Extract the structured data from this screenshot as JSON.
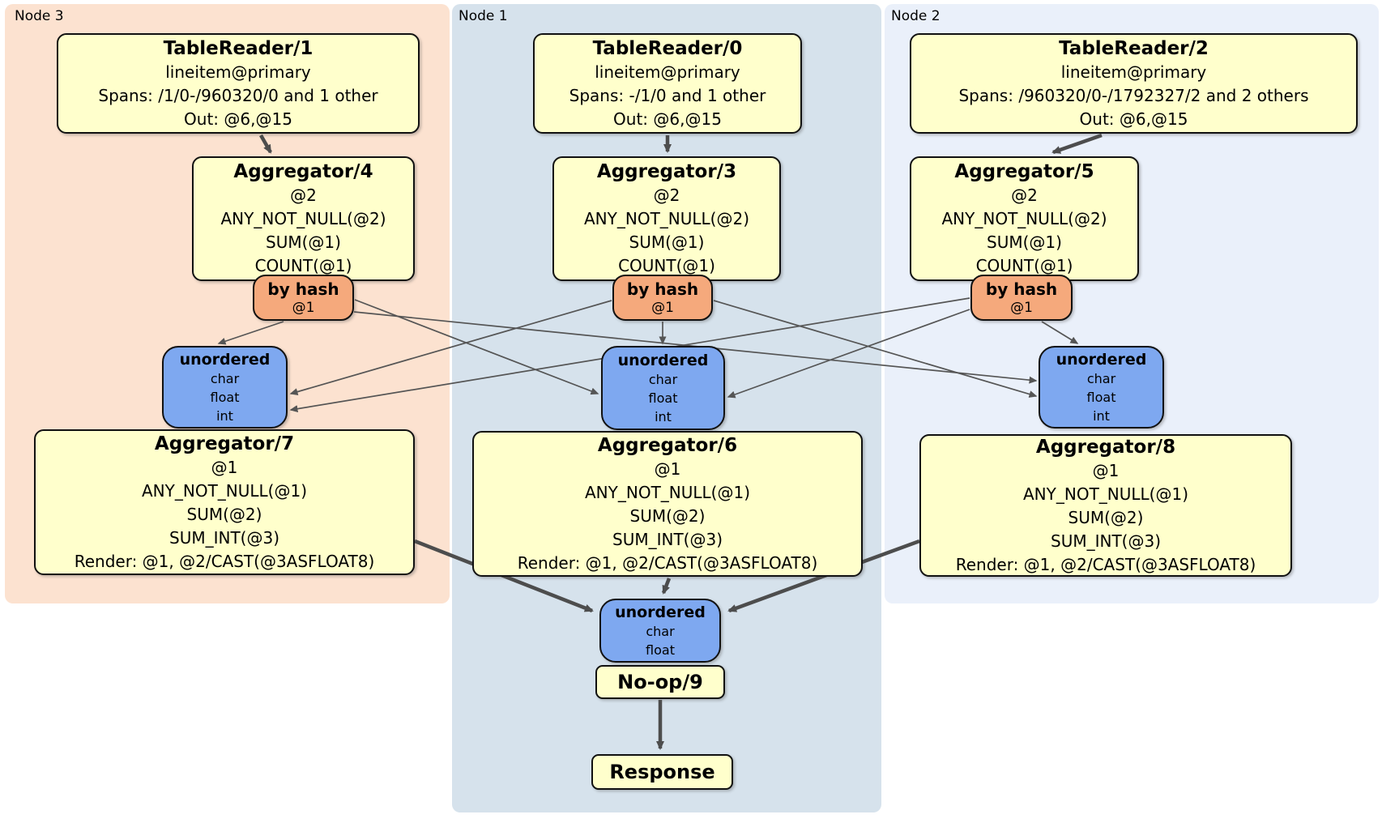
{
  "regions": {
    "node3": {
      "label": "Node 3",
      "bg": "#FCE2D0"
    },
    "node1": {
      "label": "Node 1",
      "bg": "#D6E2EC"
    },
    "node2": {
      "label": "Node 2",
      "bg": "#EAF0FA"
    }
  },
  "colors": {
    "processor_bg": "#FFFFCC",
    "router_bg": "#F5A97C",
    "sync_bg": "#7EA8F0",
    "border": "#111111",
    "edge": "#4D4D4D"
  },
  "boxes": {
    "tr1": {
      "title": "TableReader/1",
      "lines": [
        "lineitem@primary",
        "Spans: /1/0-/960320/0 and 1 other",
        "Out: @6,@15"
      ]
    },
    "tr0": {
      "title": "TableReader/0",
      "lines": [
        "lineitem@primary",
        "Spans: -/1/0 and 1 other",
        "Out: @6,@15"
      ]
    },
    "tr2": {
      "title": "TableReader/2",
      "lines": [
        "lineitem@primary",
        "Spans: /960320/0-/1792327/2 and 2 others",
        "Out: @6,@15"
      ]
    },
    "agg4": {
      "title": "Aggregator/4",
      "lines": [
        "@2",
        "ANY_NOT_NULL(@2)",
        "SUM(@1)",
        "COUNT(@1)"
      ]
    },
    "agg3": {
      "title": "Aggregator/3",
      "lines": [
        "@2",
        "ANY_NOT_NULL(@2)",
        "SUM(@1)",
        "COUNT(@1)"
      ]
    },
    "agg5": {
      "title": "Aggregator/5",
      "lines": [
        "@2",
        "ANY_NOT_NULL(@2)",
        "SUM(@1)",
        "COUNT(@1)"
      ]
    },
    "agg7": {
      "title": "Aggregator/7",
      "lines": [
        "@1",
        "ANY_NOT_NULL(@1)",
        "SUM(@2)",
        "SUM_INT(@3)",
        "Render: @1, @2/CAST(@3ASFLOAT8)"
      ]
    },
    "agg6": {
      "title": "Aggregator/6",
      "lines": [
        "@1",
        "ANY_NOT_NULL(@1)",
        "SUM(@2)",
        "SUM_INT(@3)",
        "Render: @1, @2/CAST(@3ASFLOAT8)"
      ]
    },
    "agg8": {
      "title": "Aggregator/8",
      "lines": [
        "@1",
        "ANY_NOT_NULL(@1)",
        "SUM(@2)",
        "SUM_INT(@3)",
        "Render: @1, @2/CAST(@3ASFLOAT8)"
      ]
    },
    "noop": {
      "title": "No-op/9"
    },
    "response": {
      "title": "Response"
    }
  },
  "routers": {
    "left": {
      "title": "by hash",
      "key": "@1"
    },
    "center": {
      "title": "by hash",
      "key": "@1"
    },
    "right": {
      "title": "by hash",
      "key": "@1"
    }
  },
  "syncs": {
    "left": {
      "title": "unordered",
      "types": [
        "char",
        "float",
        "int"
      ]
    },
    "center": {
      "title": "unordered",
      "types": [
        "char",
        "float",
        "int"
      ]
    },
    "right": {
      "title": "unordered",
      "types": [
        "char",
        "float",
        "int"
      ]
    },
    "final": {
      "title": "unordered",
      "types": [
        "char",
        "float"
      ]
    }
  }
}
